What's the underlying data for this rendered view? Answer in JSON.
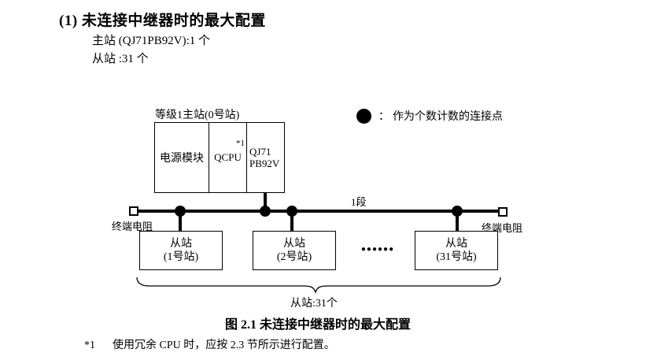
{
  "section": {
    "heading": "(1) 未连接中继器时的最大配置",
    "master_line": "主站 (QJ71PB92V):1 个",
    "slave_line": "从站 :31 个"
  },
  "figure": {
    "master_station": {
      "label": "等级1主站(0号站)",
      "modules": {
        "power": "电源模块",
        "cpu": "QCPU",
        "cpu_footnote_ref": "*1",
        "network_line1": "QJ71",
        "network_line2": "PB92V"
      }
    },
    "legend": {
      "separator": "：",
      "text": "作为个数计数的连接点"
    },
    "segment_label": "1段",
    "terminator_left": "终端电阻",
    "terminator_right": "终端电阻",
    "slaves": [
      {
        "line1": "从站",
        "line2": "(1号站)"
      },
      {
        "line1": "从站",
        "line2": "(2号站)"
      },
      {
        "line1": "从站",
        "line2": "(31号站)"
      }
    ],
    "ellipsis": "●●●●●●",
    "brace_label": "从站:31个",
    "caption": "图 2.1 未连接中继器时的最大配置"
  },
  "footnote": {
    "marker": "*1",
    "text": "使用冗余 CPU 时，应按 2.3 节所示进行配置。"
  },
  "colors": {
    "ink": "#000000",
    "background": "#ffffff"
  }
}
